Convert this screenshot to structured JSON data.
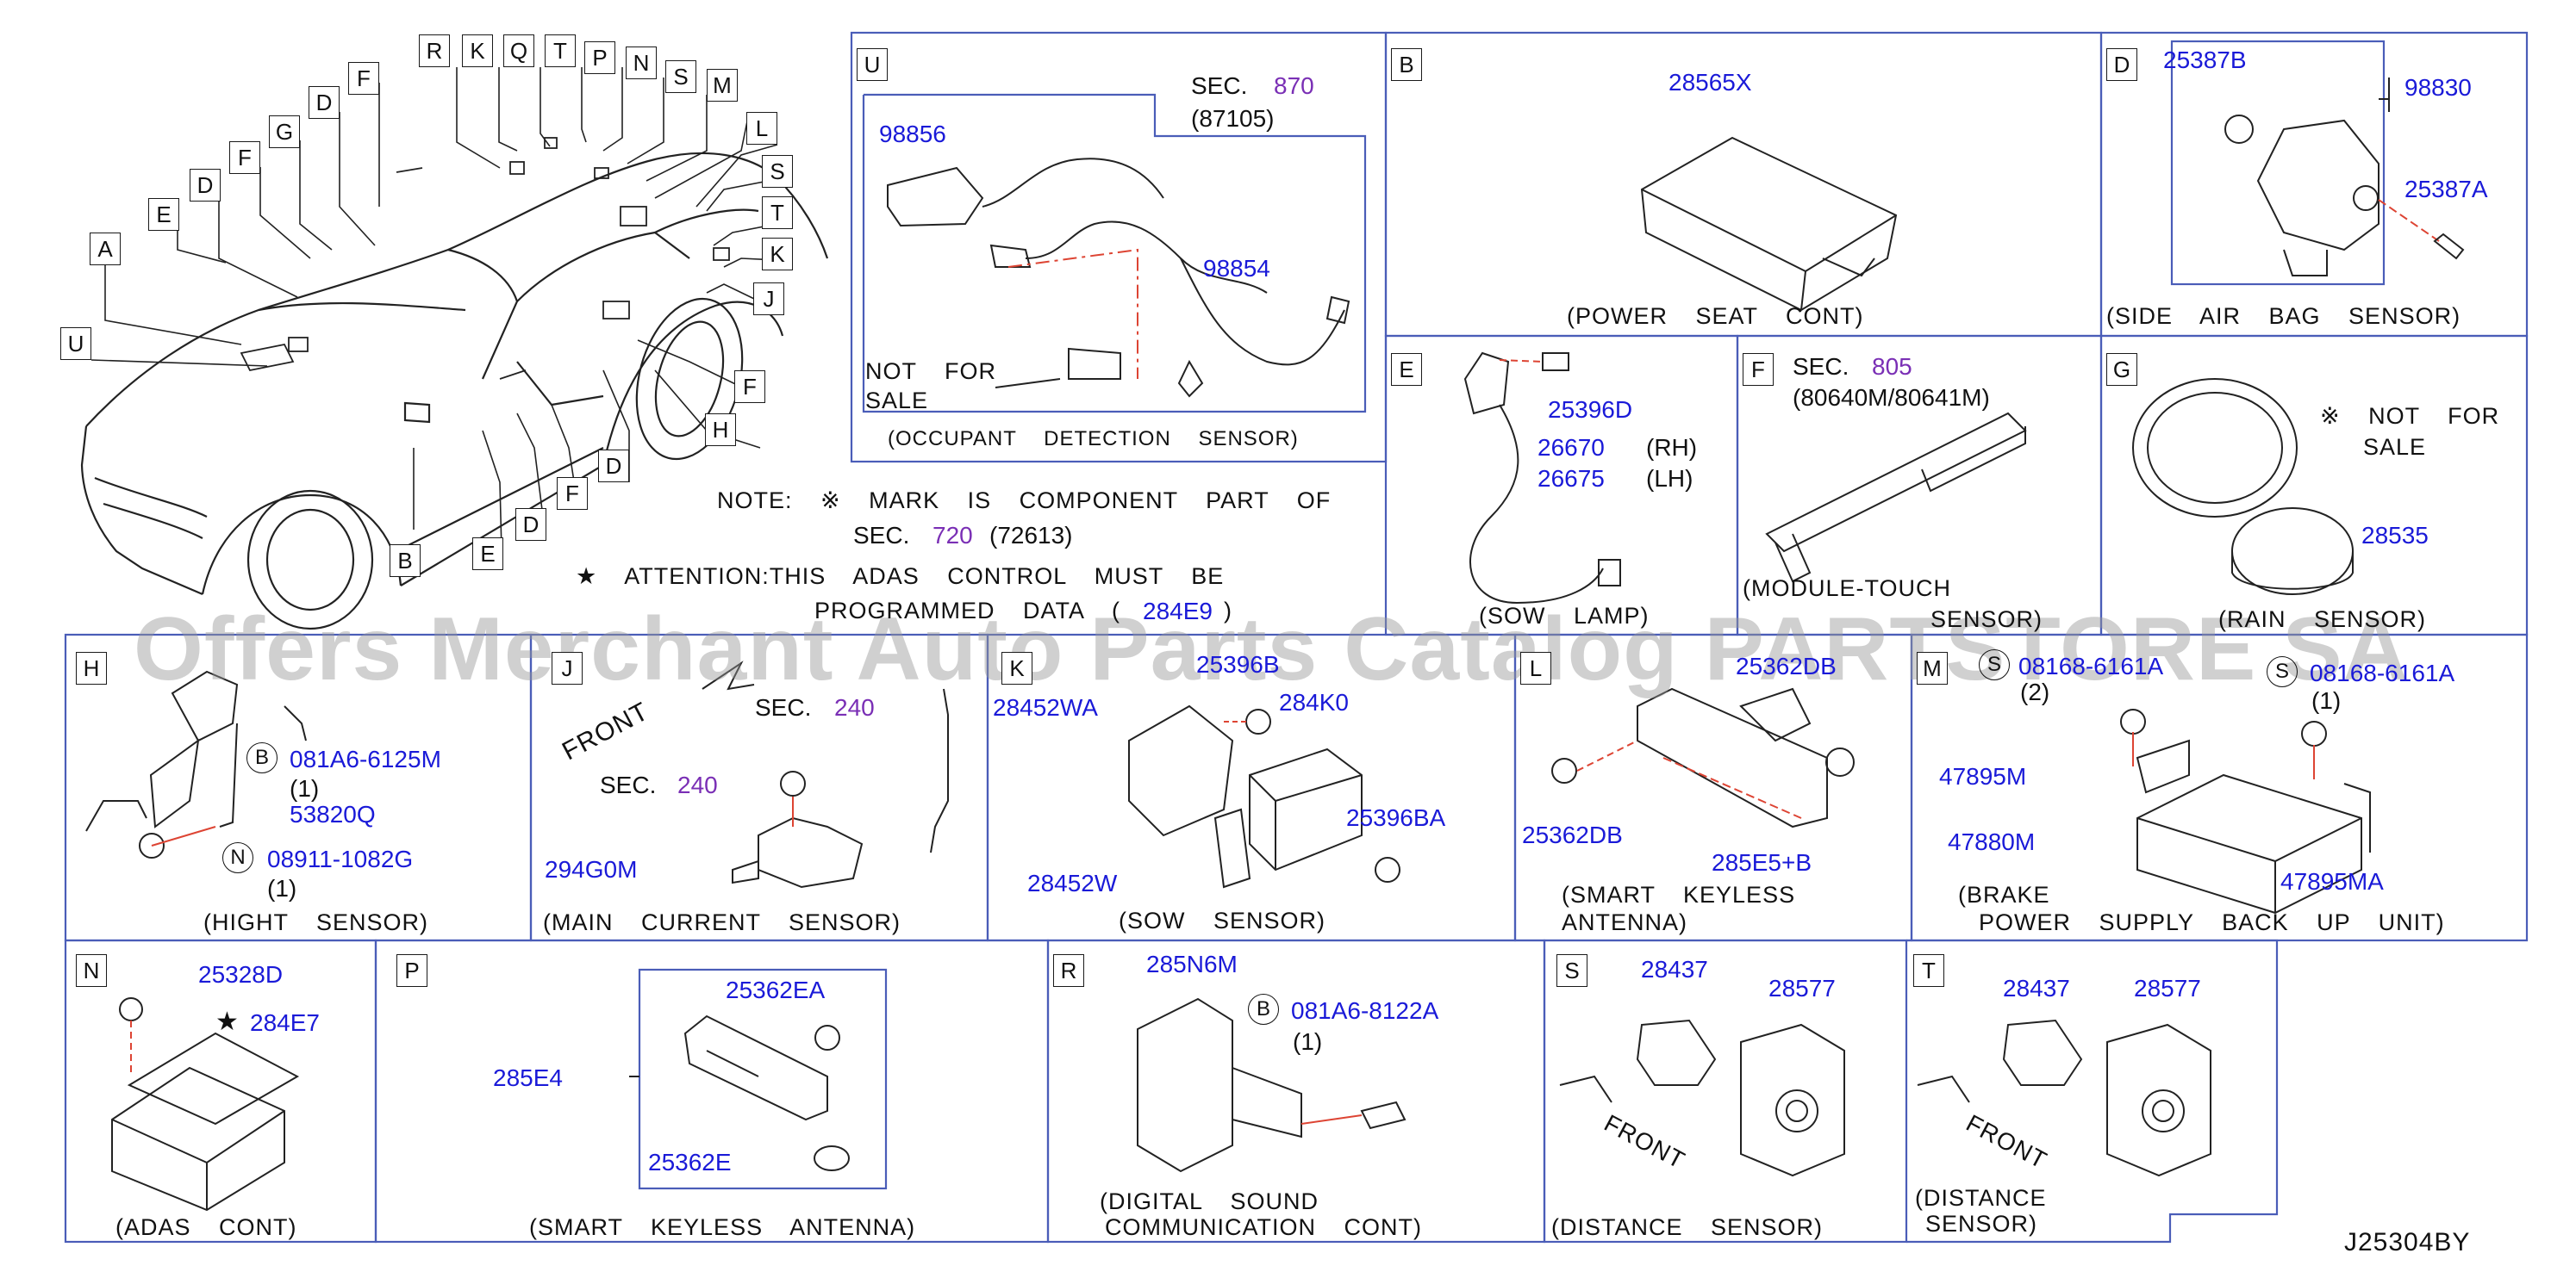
{
  "callouts": {
    "A": "A",
    "B": "B",
    "D": "D",
    "E": "E",
    "F": "F",
    "G": "G",
    "H": "H",
    "J": "J",
    "K": "K",
    "L": "L",
    "M": "M",
    "N": "N",
    "P": "P",
    "Q": "Q",
    "R": "R",
    "S": "S",
    "T": "T",
    "U": "U"
  },
  "panels": {
    "U": {
      "letter": "U",
      "sec_label": "SEC.",
      "sec_num": "870",
      "sec_ref": "(87105)",
      "part1": "98856",
      "part2": "98854",
      "not_for": "NOT FOR",
      "sale": "SALE",
      "caption": "(OCCUPANT DETECTION SENSOR)"
    },
    "B": {
      "letter": "B",
      "part": "28565X",
      "caption": "(POWER SEAT CONT)"
    },
    "D": {
      "letter": "D",
      "part1": "25387B",
      "part2": "98830",
      "part3": "25387A",
      "caption": "(SIDE AIR BAG SENSOR)"
    },
    "E": {
      "letter": "E",
      "part1": "25396D",
      "part2": "26670",
      "part3": "26675",
      "rh": "(RH)",
      "lh": "(LH)",
      "caption": "(SOW LAMP)"
    },
    "F": {
      "letter": "F",
      "sec_label": "SEC.",
      "sec_num": "805",
      "sec_ref": "(80640M/80641M)",
      "caption1": "(MODULE-TOUCH",
      "caption2": "SENSOR)"
    },
    "G": {
      "letter": "G",
      "not_for": "※ NOT FOR",
      "sale": "SALE",
      "part": "28535",
      "caption": "(RAIN SENSOR)"
    },
    "H": {
      "letter": "H",
      "bolt_mark": "B",
      "bolt": "081A6-6125M",
      "bolt_qty": "(1)",
      "part": "53820Q",
      "nut_mark": "N",
      "nut": "08911-1082G",
      "nut_qty": "(1)",
      "caption": "(HIGHT SENSOR)"
    },
    "J": {
      "letter": "J",
      "front": "FRONT",
      "sec1_label": "SEC.",
      "sec1_num": "240",
      "sec2_label": "SEC.",
      "sec2_num": "240",
      "part": "294G0M",
      "caption": "(MAIN CURRENT SENSOR)"
    },
    "K": {
      "letter": "K",
      "part1": "25396B",
      "part2": "28452WA",
      "part3": "284K0",
      "part4": "25396BA",
      "part5": "28452W",
      "caption": "(SOW SENSOR)"
    },
    "L": {
      "letter": "L",
      "part1": "25362DB",
      "part2": "285E5+B",
      "part3": "25362DB",
      "caption1": "(SMART KEYLESS",
      "caption2": "ANTENNA)"
    },
    "M": {
      "letter": "M",
      "bolt1_mark": "S",
      "bolt1": "08168-6161A",
      "bolt1_qty": "(2)",
      "bolt2_mark": "S",
      "bolt2": "08168-6161A",
      "bolt2_qty": "(1)",
      "part1": "47895M",
      "part2": "47880M",
      "part3": "47895MA",
      "caption1": "(BRAKE",
      "caption2": "POWER SUPPLY BACK UP UNIT)"
    },
    "N": {
      "letter": "N",
      "part1": "25328D",
      "star": "★",
      "part2": "284E7",
      "caption": "(ADAS CONT)"
    },
    "P": {
      "letter": "P",
      "part1": "285E4",
      "part2": "25362EA",
      "part3": "25362E",
      "caption": "(SMART KEYLESS ANTENNA)"
    },
    "R": {
      "letter": "R",
      "part1": "285N6M",
      "bolt_mark": "B",
      "bolt": "081A6-8122A",
      "bolt_qty": "(1)",
      "caption1": "(DIGITAL SOUND",
      "caption2": "COMMUNICATION CONT)"
    },
    "S": {
      "letter": "S",
      "part1": "28437",
      "part2": "28577",
      "front": "FRONT",
      "caption": "(DISTANCE SENSOR)"
    },
    "T": {
      "letter": "T",
      "part1": "28437",
      "part2": "28577",
      "front": "FRONT",
      "caption1": "(DISTANCE",
      "caption2": "SENSOR)"
    }
  },
  "note": {
    "line1": "NOTE: ※ MARK IS COMPONENT PART OF",
    "line2_label": "SEC.",
    "line2_num": "720",
    "line2_ref": "(72613)",
    "line3": "★ ATTENTION:THIS ADAS CONTROL MUST BE",
    "line4_pre": "PROGRAMMED DATA (",
    "line4_num": "284E9",
    "line4_post": ")"
  },
  "watermark": "Offers Merchant Auto Parts Catalog PARTSTORE SA",
  "diagram_id": "J25304BY"
}
